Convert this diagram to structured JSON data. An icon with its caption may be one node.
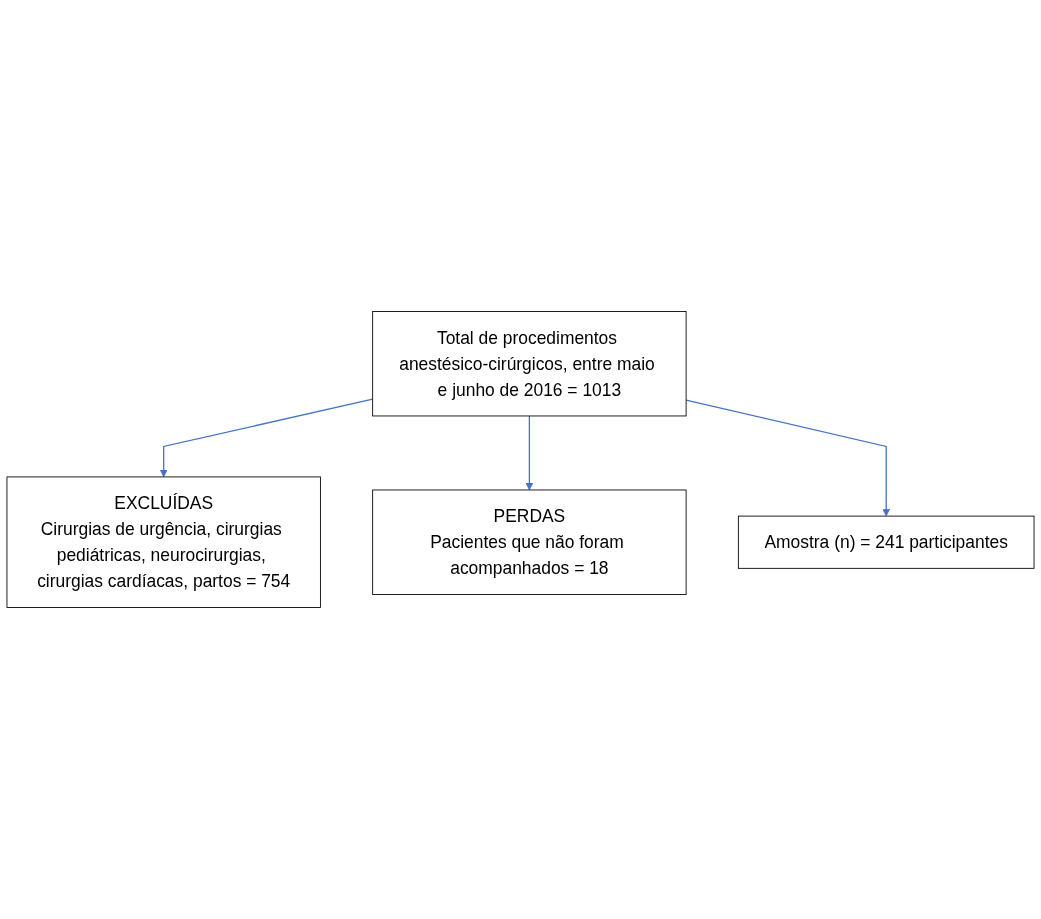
{
  "diagram": {
    "nodes": [
      {
        "text": [
          "Total de procedimentos anestésico-cirúrgicos, entre maio e junho de 2016 = 1013"
        ]
      },
      {
        "text": [
          "EXCLUÍDAS",
          "Cirurgias de urgência, cirurgias pediátricas, neurocirurgias, cirurgias cardíacas, partos = 754"
        ]
      },
      {
        "text": [
          "PERDAS",
          "Pacientes que não foram acompanhados = 18"
        ]
      },
      {
        "text": [
          "Amostra (n) = 241 participantes"
        ]
      }
    ],
    "edges": [
      {
        "from": 0,
        "to": 1,
        "arrow": "to"
      },
      {
        "from": 0,
        "to": 2,
        "arrow": "to"
      },
      {
        "from": 0,
        "to": 3,
        "arrow": "to"
      }
    ]
  }
}
